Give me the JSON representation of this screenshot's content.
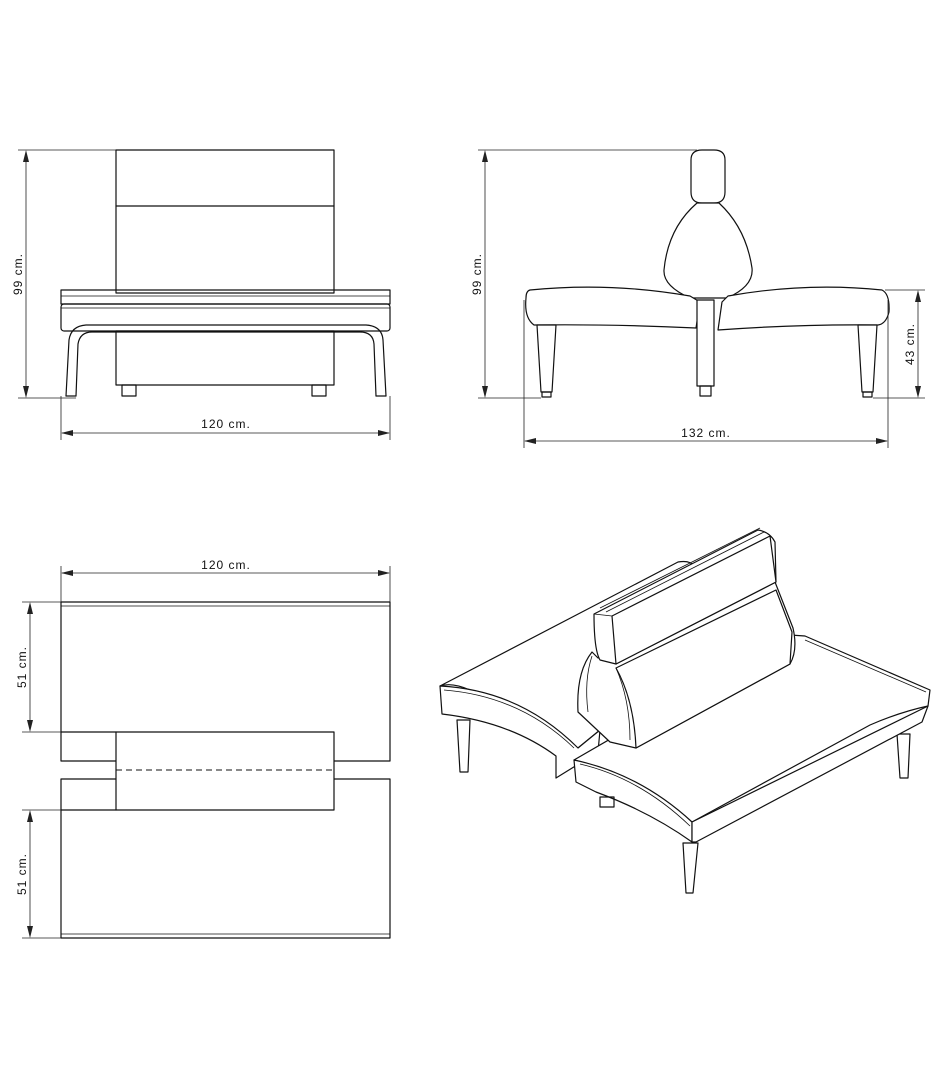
{
  "dimensions": {
    "front_width": "120 cm.",
    "front_height": "99 cm.",
    "side_width": "132 cm.",
    "side_height": "99 cm.",
    "seat_height": "43 cm.",
    "plan_width": "120 cm.",
    "plan_depth_top": "51 cm.",
    "plan_depth_bottom": "51 cm."
  }
}
